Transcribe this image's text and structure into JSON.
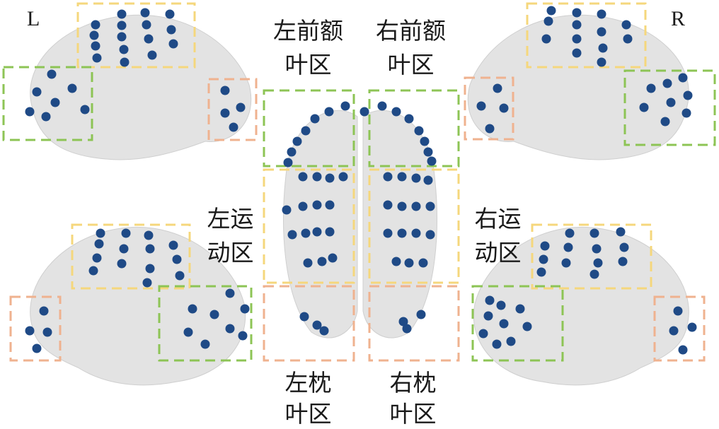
{
  "hemisphere_labels": {
    "left": "L",
    "right": "R"
  },
  "regions": {
    "left_prefrontal": {
      "line1": "左前额",
      "line2": "叶区"
    },
    "right_prefrontal": {
      "line1": "右前额",
      "line2": "叶区"
    },
    "left_motor": {
      "line1": "左运",
      "line2": "动区"
    },
    "right_motor": {
      "line1": "右运",
      "line2": "动区"
    },
    "left_occipital": {
      "line1": "左枕",
      "line2": "叶区"
    },
    "right_occipital": {
      "line1": "右枕",
      "line2": "叶区"
    }
  },
  "colors": {
    "prefrontal_box": "#8dc455",
    "motor_box": "#f5d77c",
    "occipital_box": "#efb28f",
    "electrode": "#1f4a86",
    "brain": "#e2e2e2"
  }
}
